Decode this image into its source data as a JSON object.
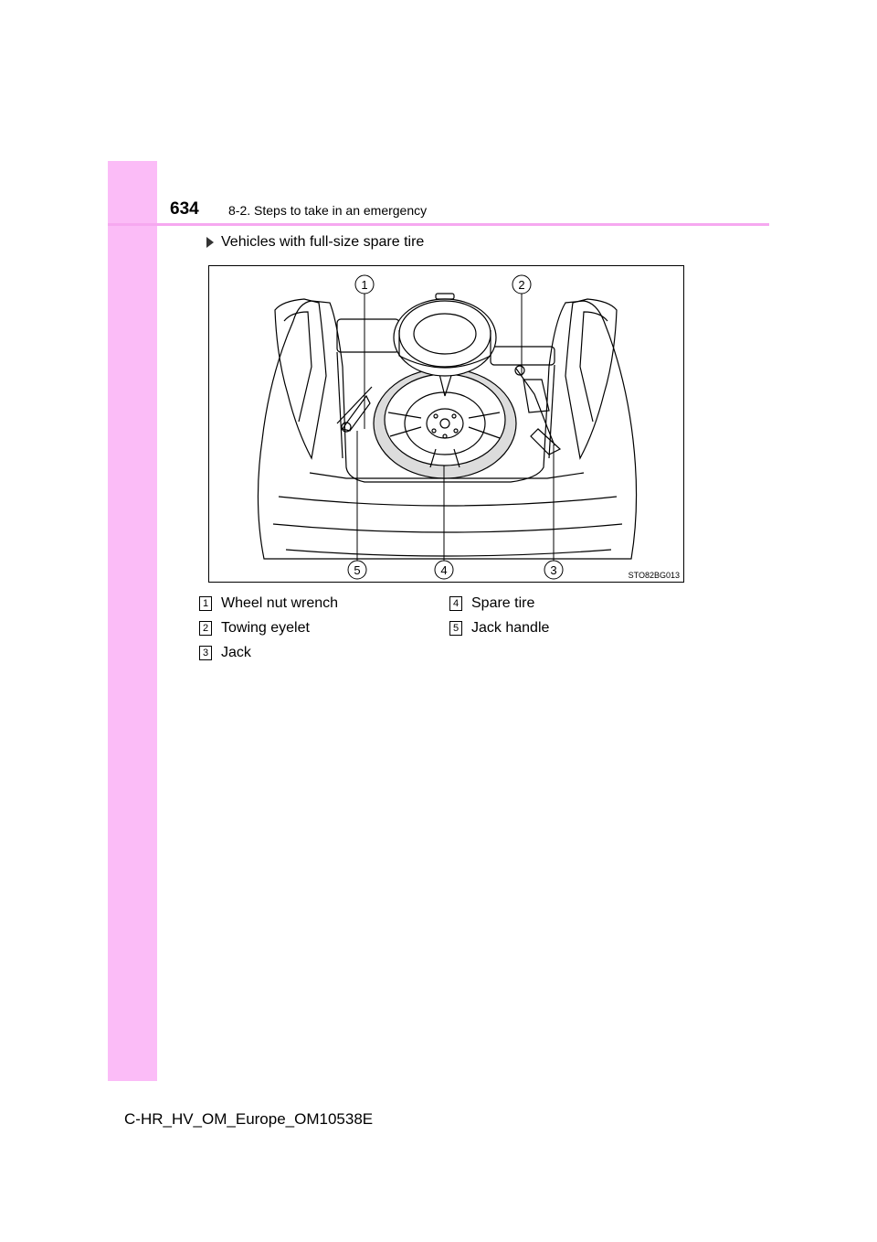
{
  "header": {
    "page_number": "634",
    "section": "8-2. Steps to take in an emergency"
  },
  "subheading": "Vehicles with full-size spare tire",
  "figure": {
    "code": "STO82BG013",
    "callouts": [
      "1",
      "2",
      "3",
      "4",
      "5"
    ]
  },
  "legend": [
    {
      "num": "1",
      "label": "Wheel nut wrench"
    },
    {
      "num": "2",
      "label": "Towing eyelet"
    },
    {
      "num": "3",
      "label": "Jack"
    },
    {
      "num": "4",
      "label": "Spare tire"
    },
    {
      "num": "5",
      "label": "Jack handle"
    }
  ],
  "footer": "C-HR_HV_OM_Europe_OM10538E"
}
